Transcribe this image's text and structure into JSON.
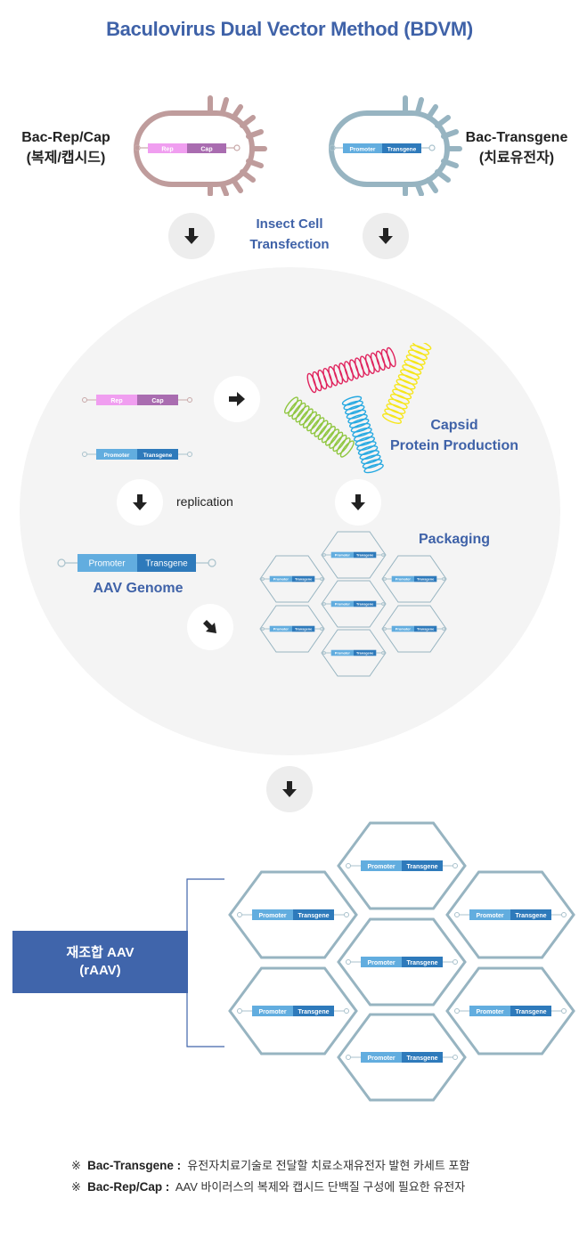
{
  "title": "Baculovirus Dual Vector Method (BDVM)",
  "vectors": {
    "rep_cap": {
      "name": "Bac-Rep/Cap",
      "korean": "(복제/캡시드)",
      "segments": [
        "Rep",
        "Cap"
      ],
      "colors": {
        "body": "#bf9c9c",
        "seg1": "#f09ef0",
        "seg2": "#a96cb0"
      }
    },
    "transgene": {
      "name": "Bac-Transgene",
      "korean": "(치료유전자)",
      "segments": [
        "Promoter",
        "Transgene"
      ],
      "colors": {
        "body": "#97b4c1",
        "seg1": "#62addf",
        "seg2": "#2e7abb"
      }
    }
  },
  "step1": {
    "label_line1": "Insect Cell",
    "label_line2": "Transfection",
    "icon": "arrow-down-icon"
  },
  "cell": {
    "cassette_rep_cap": [
      "Rep",
      "Cap"
    ],
    "cassette_transgene": [
      "Promoter",
      "Transgene"
    ],
    "capsid_label_line1": "Capsid",
    "capsid_label_line2": "Protein Production",
    "helix_colors": [
      "#e0245e",
      "#f6e61c",
      "#8fc63f",
      "#27a9e1"
    ],
    "replication_label": "replication",
    "aav_genome_segments": [
      "Promoter",
      "Transgene"
    ],
    "aav_genome_label": "AAV Genome",
    "packaging_label": "Packaging",
    "packaging_capsid_count": 7
  },
  "result": {
    "box_line1": "재조합 AAV",
    "box_line2": "(rAAV)",
    "capsid_segments": [
      "Promoter",
      "Transgene"
    ],
    "capsid_count": 7,
    "hex_color": "#97b4c1"
  },
  "notes": [
    {
      "mark": "※",
      "term": "Bac-Transgene",
      "sep": ":",
      "text": "유전자치료기술로 전달할 치료소재유전자 발현 카세트 포함"
    },
    {
      "mark": "※",
      "term": "Bac-Rep/Cap",
      "sep": ":",
      "text": "AAV 바이러스의 복제와 캡시드 단백질 구성에 필요한 유전자"
    }
  ]
}
